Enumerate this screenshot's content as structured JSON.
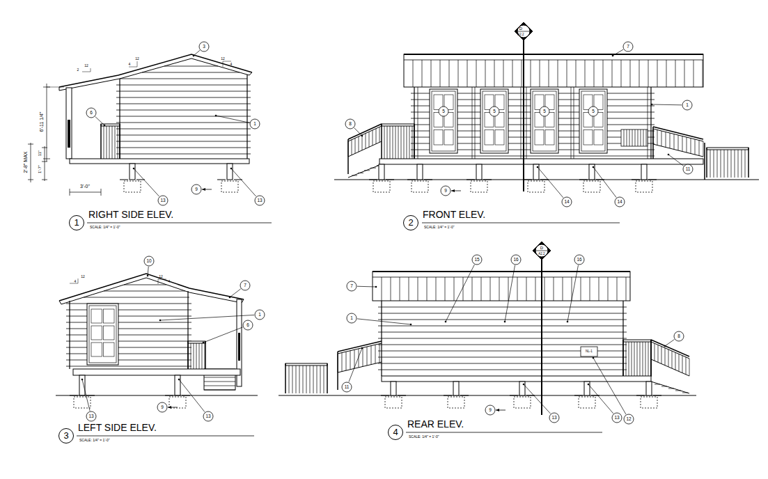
{
  "diagram": {
    "nodes": [
      {
        "text": [
          "1",
          "RIGHT SIDE ELEV.",
          "SCALE: 1/4\" = 1'-0\""
        ]
      },
      {
        "text": [
          "2",
          "FRONT ELEV.",
          "SCALE: 1/4\" = 1'-0\""
        ]
      },
      {
        "text": [
          "3",
          "LEFT SIDE ELEV.",
          "SCALE: 1/4\" = 1'-0\""
        ]
      },
      {
        "text": [
          "4",
          "REAR ELEV.",
          "SCALE: 1/4\" = 1'-0\""
        ]
      }
    ],
    "labels": [
      "3",
      "1",
      "6",
      "13",
      "13",
      "9",
      "2",
      "12",
      "4",
      "12",
      "12",
      "4",
      "6'-11 1/4\"",
      "11\"",
      "1'-7\"",
      "2'-8\" MAX",
      "3'-0\"",
      "D",
      "A2.2",
      "7",
      "1",
      "8",
      "11",
      "9",
      "14",
      "14",
      "5",
      "5",
      "5",
      "5",
      "10",
      "7",
      "1",
      "6",
      "13",
      "9",
      "13",
      "4",
      "12",
      "12",
      "4",
      "D",
      "A2.2",
      "7",
      "15",
      "16",
      "16",
      "1",
      "8",
      "11",
      "12",
      "13",
      "13",
      "9",
      "NL-1"
    ]
  }
}
